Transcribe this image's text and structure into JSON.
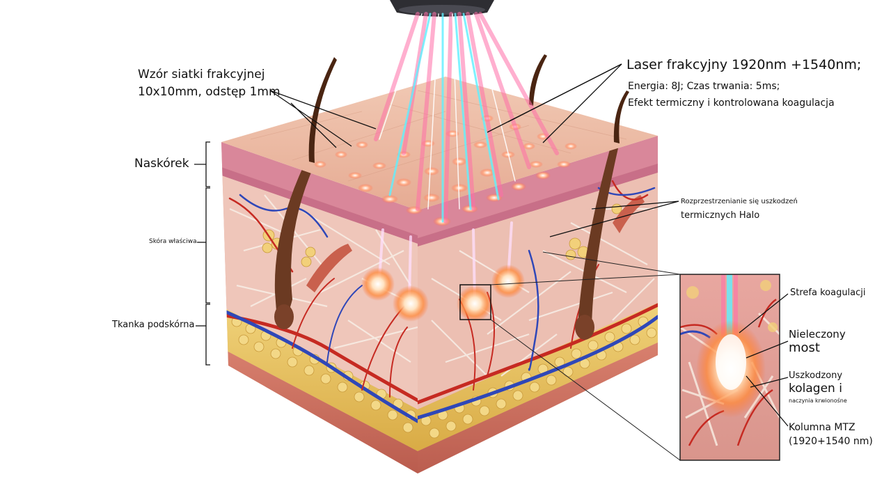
{
  "labels": {
    "grid_pattern": {
      "line1": "Wzór siatki frakcyjnej",
      "line2": "10x10mm, odstęp 1mm"
    },
    "laser": {
      "title": "Laser frakcyjny 1920nm +1540nm;",
      "params": "Energia: 8J; Czas trwania: 5ms;",
      "effect": "Efekt termiczny i kontrolowana koagulacja"
    },
    "layers": {
      "epidermis": "Naskórek",
      "dermis": "Skóra właściwa",
      "subcutis": "Tkanka podskórna"
    },
    "halo": {
      "line1": "Rozprzestrzenianie się uszkodzeń",
      "line2": "termicznych Halo"
    },
    "inset": {
      "coagulation_zone": "Strefa koagulacji",
      "untreated_bridge": {
        "line1": "Nieleczony",
        "line2": "most"
      },
      "damaged": {
        "line1": "Uszkodzony",
        "line2": "kolagen i",
        "line3": "naczynia krwionośne"
      },
      "mtz_column": {
        "line1": "Kolumna MTZ",
        "line2": "(1920+1540 nm)"
      }
    }
  },
  "colors": {
    "epidermis_top": "#ebb8a0",
    "dermis": "#e7b6a8",
    "fat": "#e7c25e",
    "artery": "#c62a22",
    "vein": "#2f47b8",
    "hair": "#4a2512",
    "beam_cyan": "#5ff0ff",
    "beam_pink": "#ff6fa8",
    "hot_spot": "#ff8a2a"
  }
}
